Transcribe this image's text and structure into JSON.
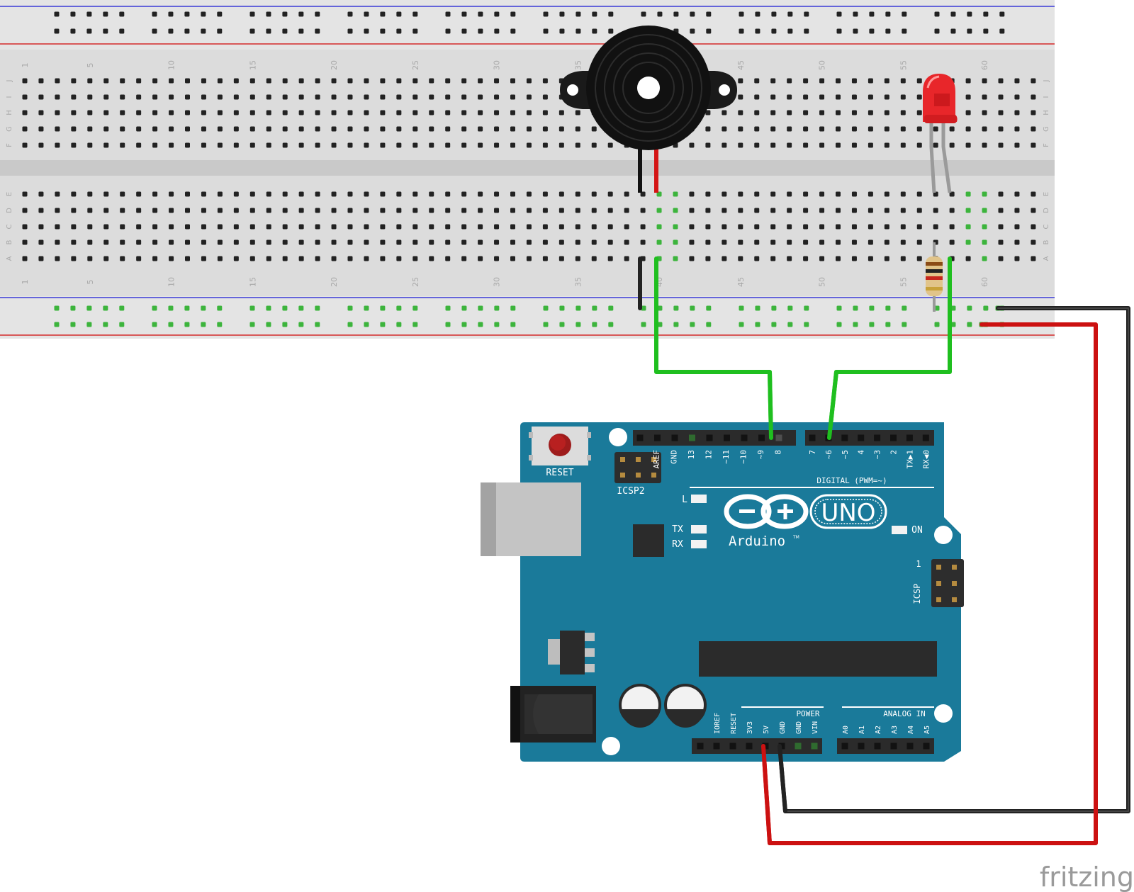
{
  "breadboard": {
    "column_numbers": [
      "1",
      "5",
      "10",
      "15",
      "20",
      "25",
      "30",
      "35",
      "40",
      "45",
      "50",
      "55",
      "60"
    ],
    "row_letters_top": [
      "J",
      "I",
      "H",
      "G",
      "F"
    ],
    "row_letters_bottom": [
      "E",
      "D",
      "C",
      "B",
      "A"
    ],
    "colors": {
      "board": "#d9d9d9",
      "rail_blue": "#3a3ad6",
      "rail_red": "#d42a2a",
      "hole": "#222222",
      "connected_hole": "#3cb43c"
    }
  },
  "components": {
    "buzzer": {
      "icon": "piezo-buzzer-icon"
    },
    "led": {
      "icon": "led-icon",
      "color": "#e8262a"
    },
    "resistor": {
      "icon": "resistor-icon"
    }
  },
  "wires": {
    "signal_color": "#1fbf1f",
    "power_color": "#cc1111",
    "ground_color": "#222222"
  },
  "arduino": {
    "board_color": "#1a7a9a",
    "reset_label": "RESET",
    "icsp2_label": "ICSP2",
    "icsp_label": "ICSP",
    "icsp_pin1": "1",
    "logo_text": "Arduino",
    "tm": "TM",
    "uno_label": "UNO",
    "l_label": "L",
    "tx_label": "TX",
    "rx_label": "RX",
    "on_label": "ON",
    "digital_label": "DIGITAL (PWM=~)",
    "digital_pins_left": [
      "AREF",
      "GND",
      "13",
      "12",
      "~11",
      "~10",
      "~9",
      "8"
    ],
    "digital_pins_right": [
      "7",
      "~6",
      "~5",
      "4",
      "~3",
      "2",
      "TX▶1",
      "RX◀0"
    ],
    "power_label": "POWER",
    "power_pins": [
      "IOREF",
      "RESET",
      "3V3",
      "5V",
      "GND",
      "GND",
      "VIN"
    ],
    "analog_label": "ANALOG IN",
    "analog_pins": [
      "A0",
      "A1",
      "A2",
      "A3",
      "A4",
      "A5"
    ]
  },
  "watermark": "fritzing"
}
